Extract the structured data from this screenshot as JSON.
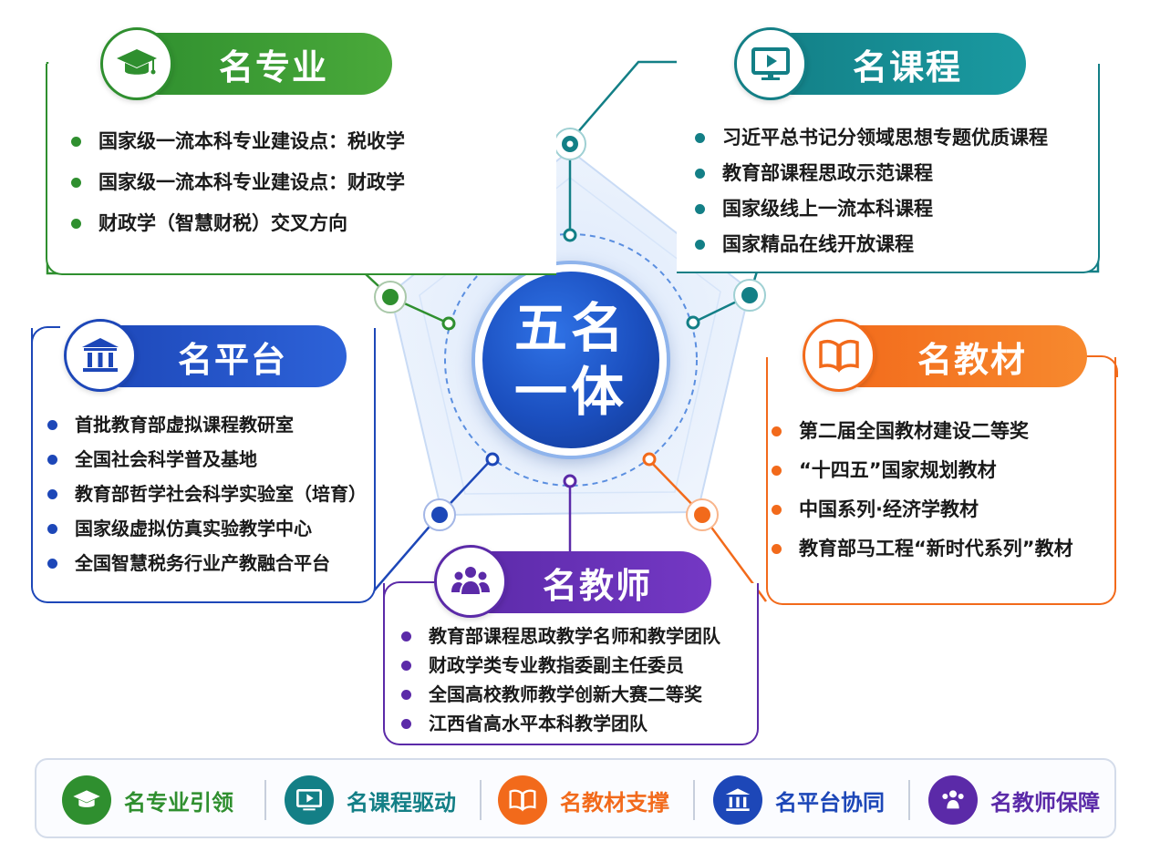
{
  "center": {
    "line1": "五名",
    "line2": "一体"
  },
  "colors": {
    "green": "#2f8f2f",
    "teal": "#137f86",
    "orange": "#f26a1b",
    "blue": "#1d47b8",
    "purple": "#5b2aa8"
  },
  "panels": {
    "major": {
      "title": "名专业",
      "icon": "graduation-cap-icon",
      "items": [
        "国家级一流本科专业建设点：税收学",
        "国家级一流本科专业建设点：财政学",
        "财政学（智慧财税）交叉方向"
      ]
    },
    "course": {
      "title": "名课程",
      "icon": "monitor-play-icon",
      "items": [
        "习近平总书记分领域思想专题优质课程",
        "教育部课程思政示范课程",
        "国家级线上一流本科课程",
        "国家精品在线开放课程"
      ]
    },
    "platform": {
      "title": "名平台",
      "icon": "institution-icon",
      "items": [
        "首批教育部虚拟课程教研室",
        "全国社会科学普及基地",
        "教育部哲学社会科学实验室（培育）",
        "国家级虚拟仿真实验教学中心",
        "全国智慧税务行业产教融合平台"
      ]
    },
    "textbook": {
      "title": "名教材",
      "icon": "open-book-icon",
      "items": [
        "第二届全国教材建设二等奖",
        "“十四五”国家规划教材",
        "中国系列·经济学教材",
        "教育部马工程“新时代系列”教材"
      ]
    },
    "teacher": {
      "title": "名教师",
      "icon": "people-group-icon",
      "items": [
        "教育部课程思政教学名师和教学团队",
        "财政学类专业教指委副主任委员",
        "全国高校教师教学创新大赛二等奖",
        "江西省高水平本科教学团队"
      ]
    }
  },
  "footer": [
    {
      "label": "名专业引领",
      "icon": "graduation-cap-icon"
    },
    {
      "label": "名课程驱动",
      "icon": "monitor-play-icon"
    },
    {
      "label": "名教材支撑",
      "icon": "open-book-icon"
    },
    {
      "label": "名平台协同",
      "icon": "institution-icon"
    },
    {
      "label": "名教师保障",
      "icon": "people-group-icon"
    }
  ]
}
